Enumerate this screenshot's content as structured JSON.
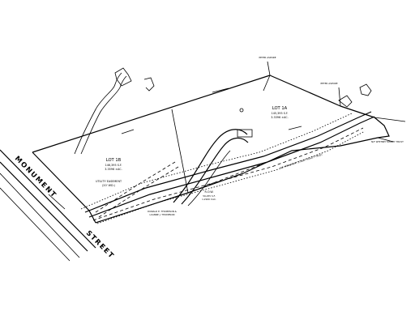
{
  "street": {
    "name_part1": "MONUMENT",
    "name_part2": "STREET"
  },
  "lots": [
    {
      "label": "LOT 1B",
      "area_sf": "146,395 S.F.",
      "area_ac": "3.3596 ±AC."
    },
    {
      "label": "LOT 1A",
      "area_sf": "145,395 S.F.",
      "area_ac": "3.3396 ±AC."
    }
  ],
  "easement": {
    "label": "UTILITY EASEMENT",
    "width": "(20' WD.)"
  },
  "row_parcel": {
    "label": "R.O.W.",
    "area_sf": "56,255 S.F.",
    "area_ac": "1.2920 ±AC."
  },
  "abutters": [
    {
      "name": "PETER ASPORE"
    },
    {
      "name": "PETER ASPORE"
    },
    {
      "name": "DONALD E. THOMPSON &",
      "name2": "LUANNE J. THOMPSON"
    },
    {
      "name": "N/F MONUMENT STREET REALTY TRUST"
    },
    {
      "name": "N/F WHITNEY REALTY TRUST"
    }
  ],
  "line_colors": {
    "ink": "#000000",
    "paper": "#ffffff"
  }
}
